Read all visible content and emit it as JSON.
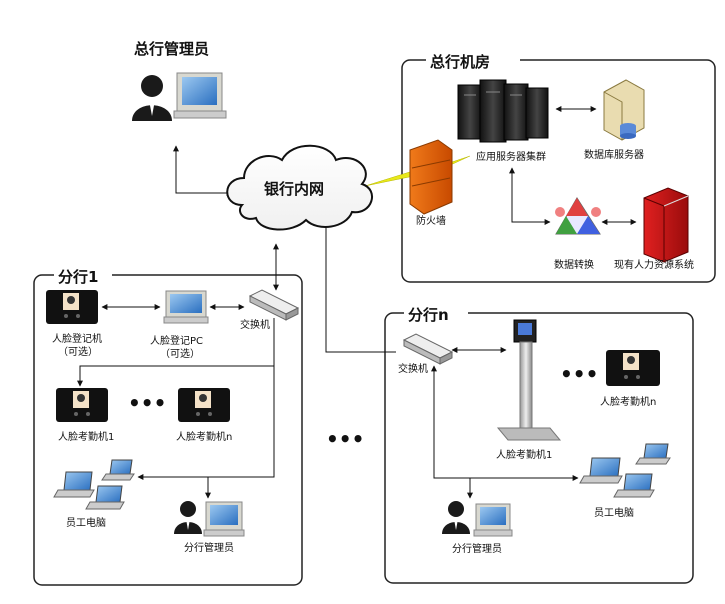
{
  "hq_admin": {
    "label": "总行管理员"
  },
  "network": {
    "label": "银行内网"
  },
  "hq_room": {
    "title": "总行机房",
    "app_servers": "应用服务器集群",
    "db_server": "数据库服务器",
    "firewall": "防火墙",
    "data_convert": "数据转换",
    "hr_system": "现有人力资源系统"
  },
  "branch1": {
    "title": "分行1",
    "face_register": "人脸登记机",
    "face_register_opt": "（可选）",
    "face_pc": "人脸登记PC",
    "face_pc_opt": "（可选）",
    "switch": "交换机",
    "attendance_1": "人脸考勤机1",
    "attendance_n": "人脸考勤机n",
    "ellipsis": "•••",
    "employee_pc": "员工电脑",
    "branch_admin": "分行管理员"
  },
  "between_ellipsis": "•••",
  "branchn": {
    "title": "分行n",
    "switch": "交换机",
    "attendance_1": "人脸考勤机1",
    "ellipsis": "•••",
    "attendance_n": "人脸考勤机n",
    "employee_pc": "员工电脑",
    "branch_admin": "分行管理员"
  }
}
